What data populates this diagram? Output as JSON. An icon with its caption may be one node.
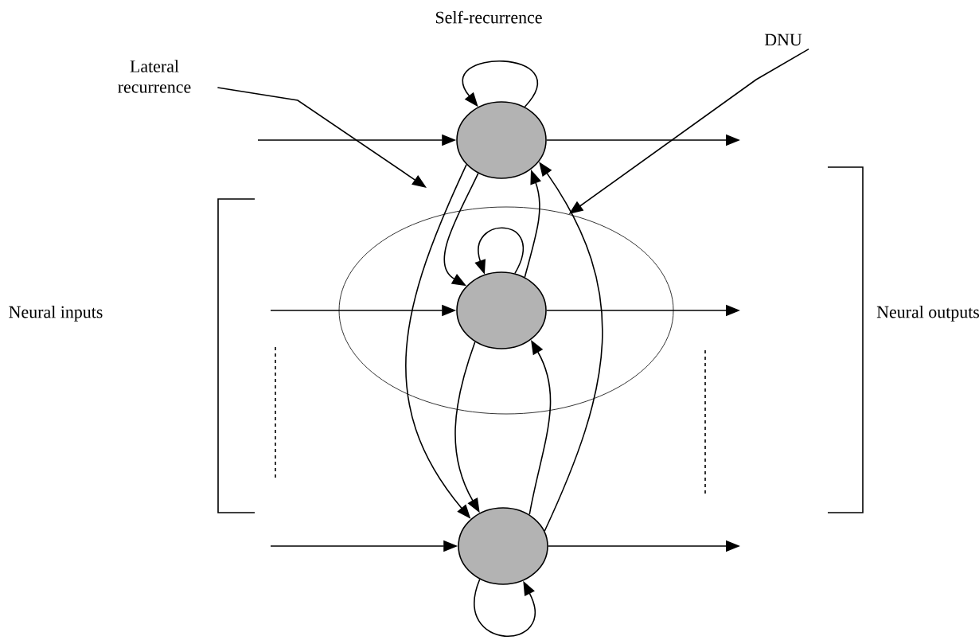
{
  "diagram": {
    "nodes": [
      {
        "text": [
          "Lateral recurrence"
        ]
      },
      {
        "text": [
          "DNU"
        ]
      },
      {
        "text": [],
        "shape": "circle"
      },
      {
        "text": [],
        "shape": "ellipse"
      },
      {
        "text": [],
        "shape": "circle",
        "in": 3
      },
      {
        "text": [],
        "shape": "circle"
      }
    ],
    "edges": [
      {
        "from": null,
        "to": 2,
        "arrow": "to"
      },
      {
        "from": null,
        "to": 4,
        "arrow": "to"
      },
      {
        "from": null,
        "to": 5,
        "arrow": "to"
      },
      {
        "from": 2,
        "to": null,
        "arrow": "to"
      },
      {
        "from": 4,
        "to": null,
        "arrow": "to"
      },
      {
        "from": 5,
        "to": null,
        "arrow": "to"
      },
      {
        "from": 2,
        "to": 2,
        "arrow": "to"
      },
      {
        "from": 4,
        "to": 4,
        "arrow": "to"
      },
      {
        "from": 5,
        "to": 5,
        "arrow": "to"
      },
      {
        "from": 2,
        "to": 4,
        "arrow": "to"
      },
      {
        "from": 4,
        "to": 2,
        "arrow": "to"
      },
      {
        "from": 2,
        "to": 5,
        "arrow": "to"
      },
      {
        "from": 5,
        "to": 2,
        "arrow": "to"
      },
      {
        "from": 4,
        "to": 5,
        "arrow": "to"
      },
      {
        "from": 5,
        "to": 4,
        "arrow": "to"
      },
      {
        "from": 0,
        "to": null,
        "arrow": "to"
      },
      {
        "from": 1,
        "to": 3,
        "arrow": "to"
      }
    ],
    "labels": [
      "Self-recurrence",
      "Neural inputs",
      "Neural outputs"
    ]
  }
}
